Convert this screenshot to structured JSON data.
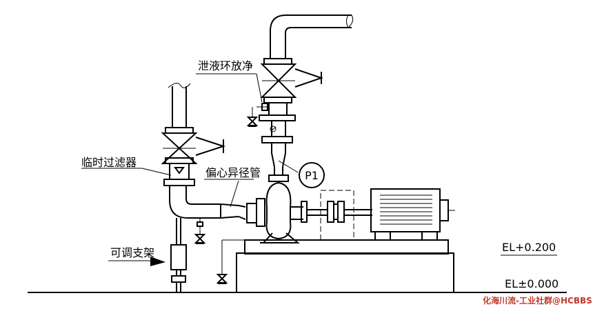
{
  "labels": {
    "drain_ring": "泄液环放净",
    "temp_filter": "临时过滤器",
    "eccentric_reducer": "偏心异径管",
    "adjustable_support": "可调支架",
    "pressure_gauge": "P1"
  },
  "elevations": {
    "top": "EL+0.200",
    "ground": "EL±0.000"
  },
  "watermark": "化海川流-工业社群@HCBBS"
}
